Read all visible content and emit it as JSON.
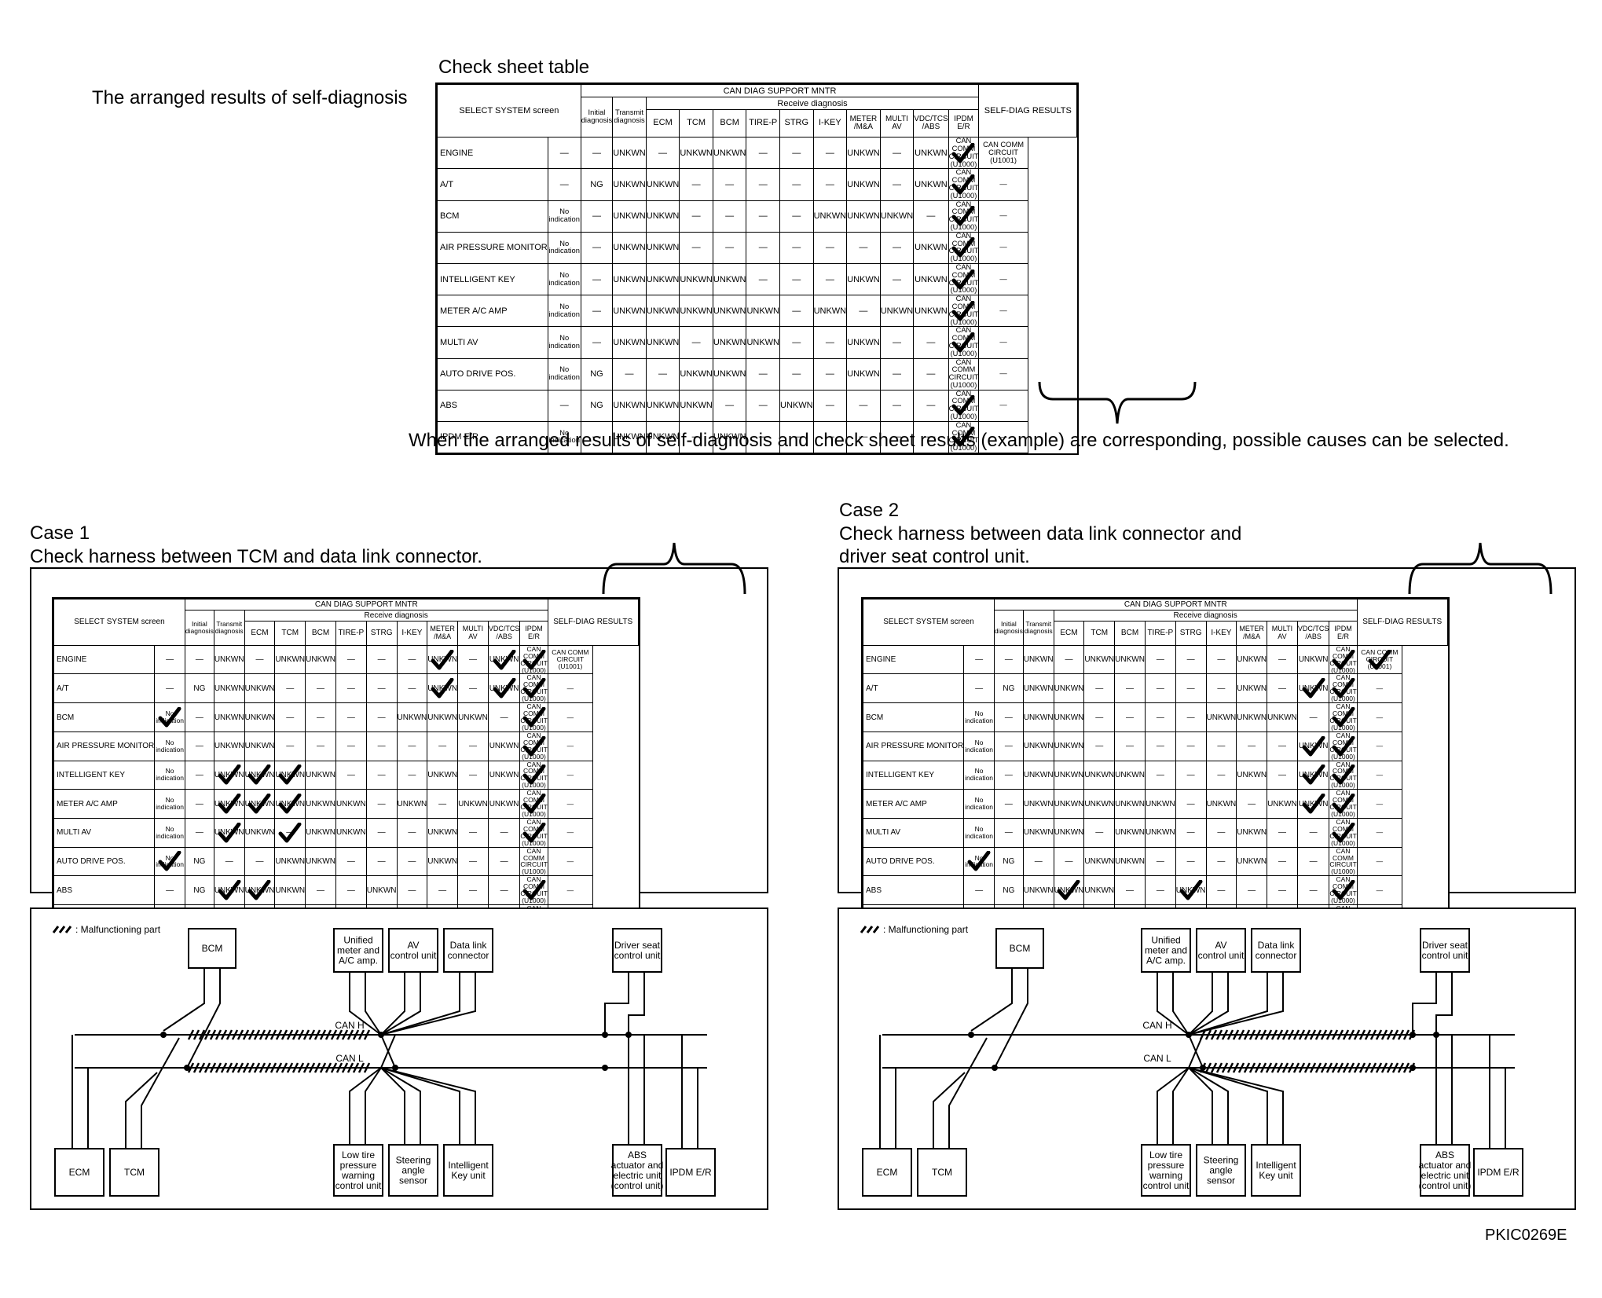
{
  "labels": {
    "arranged_results": "The arranged results of self-diagnosis",
    "check_sheet_table": "Check sheet table",
    "correspond_note": "When the arranged results of self-diagnosis and check sheet results (example) are corresponding, possible causes can be selected.",
    "case1_title": "Case 1",
    "case1_desc": "Check harness between TCM and data link connector.",
    "case2_title": "Case 2",
    "case2_desc_line1": "Check harness between data link connector and",
    "case2_desc_line2": "driver seat control unit.",
    "figure_code": "PKIC0269E"
  },
  "table": {
    "select_header": "SELECT SYSTEM screen",
    "can_header": "CAN DIAG SUPPORT MNTR",
    "receive_header": "Receive diagnosis",
    "initial_header": "Initial diagnosis",
    "transmit_header": "Transmit diagnosis",
    "self_diag_header": "SELF-DIAG RESULTS",
    "receive_cols": [
      "ECM",
      "TCM",
      "BCM",
      "TIRE-P",
      "STRG",
      "I-KEY",
      "METER /M&A",
      "MULTI AV",
      "VDC/TCS /ABS",
      "IPDM E/R"
    ],
    "rows": [
      {
        "sys": "ENGINE",
        "init": "—",
        "trans": "—",
        "recv": [
          "UNKWN",
          "—",
          "UNKWN",
          "UNKWN",
          "—",
          "—",
          "—",
          "UNKWN",
          "—",
          "UNKWN",
          "UNKWN"
        ],
        "r1": "CAN COMM CIRCUIT (U1000)",
        "r2": "CAN COMM CIRCUIT (U1001)"
      },
      {
        "sys": "A/T",
        "init": "—",
        "trans": "NG",
        "recv": [
          "UNKWN",
          "UNKWN",
          "—",
          "—",
          "—",
          "—",
          "—",
          "UNKWN",
          "—",
          "UNKWN",
          "—"
        ],
        "r1": "CAN COMM CIRCUIT (U1000)",
        "r2": "—"
      },
      {
        "sys": "BCM",
        "init": "No indication",
        "trans": "—",
        "recv": [
          "UNKWN",
          "UNKWN",
          "—",
          "—",
          "—",
          "—",
          "UNKWN",
          "UNKWN",
          "UNKWN",
          "—",
          "UNKWN"
        ],
        "r1": "CAN COMM CIRCUIT (U1000)",
        "r2": "—"
      },
      {
        "sys": "AIR PRESSURE MONITOR",
        "init": "No indication",
        "trans": "—",
        "recv": [
          "UNKWN",
          "UNKWN",
          "—",
          "—",
          "—",
          "—",
          "—",
          "—",
          "—",
          "UNKWN",
          "—"
        ],
        "r1": "CAN COMM CIRCUIT (U1000)",
        "r2": "—"
      },
      {
        "sys": "INTELLIGENT KEY",
        "init": "No indication",
        "trans": "—",
        "recv": [
          "UNKWN",
          "UNKWN",
          "UNKWN",
          "UNKWN",
          "—",
          "—",
          "—",
          "UNKWN",
          "—",
          "UNKWN",
          "UNKWN"
        ],
        "r1": "CAN COMM CIRCUIT (U1000)",
        "r2": "—"
      },
      {
        "sys": "METER A/C AMP",
        "init": "No indication",
        "trans": "—",
        "recv": [
          "UNKWN",
          "UNKWN",
          "UNKWN",
          "UNKWN",
          "UNKWN",
          "—",
          "UNKWN",
          "—",
          "UNKWN",
          "UNKWN",
          "—"
        ],
        "r1": "CAN COMM CIRCUIT (U1000)",
        "r2": "—"
      },
      {
        "sys": "MULTI AV",
        "init": "No indication",
        "trans": "—",
        "recv": [
          "UNKWN",
          "UNKWN",
          "—",
          "UNKWN",
          "UNKWN",
          "—",
          "—",
          "UNKWN",
          "—",
          "—",
          "UNKWN"
        ],
        "r1": "CAN COMM CIRCUIT (U1000)",
        "r2": "—"
      },
      {
        "sys": "AUTO DRIVE POS.",
        "init": "No indication",
        "trans": "NG",
        "recv": [
          "—",
          "—",
          "UNKWN",
          "UNKWN",
          "—",
          "—",
          "—",
          "UNKWN",
          "—",
          "—",
          "—"
        ],
        "r1": "CAN COMM CIRCUIT (U1000)",
        "r2": "—"
      },
      {
        "sys": "ABS",
        "init": "—",
        "trans": "NG",
        "recv": [
          "UNKWN",
          "UNKWN",
          "UNKWN",
          "—",
          "—",
          "UNKWN",
          "—",
          "—",
          "—",
          "—",
          "—"
        ],
        "r1": "CAN COMM CIRCUIT (U1000)",
        "r2": "—"
      },
      {
        "sys": "IPDM E/R",
        "init": "No indication",
        "trans": "—",
        "recv": [
          "UNKWN",
          "UNKWN",
          "—",
          "UNKWN",
          "—",
          "—",
          "—",
          "—",
          "—",
          "—",
          "—"
        ],
        "r1": "CAN COMM CIRCUIT (U1000)",
        "r2": "—"
      }
    ]
  },
  "diagram": {
    "legend": "Malfunctioning part",
    "can_h": "CAN H",
    "can_l": "CAN L",
    "units": {
      "bcm": "BCM",
      "unified_meter": [
        "Unified",
        "meter and",
        "A/C amp."
      ],
      "av": [
        "AV",
        "control unit"
      ],
      "data_link": [
        "Data link",
        "connector"
      ],
      "driver_seat": [
        "Driver seat",
        "control unit"
      ],
      "ecm": "ECM",
      "tcm": "TCM",
      "low_tire": [
        "Low tire",
        "pressure",
        "warning",
        "control unit"
      ],
      "steering": [
        "Steering",
        "angle",
        "sensor"
      ],
      "intelligent_key": [
        "Intelligent",
        "Key unit"
      ],
      "abs": [
        "ABS",
        "actuator and",
        "electric unit",
        "(control unit)"
      ],
      "ipdm": "IPDM E/R"
    }
  },
  "checks": {
    "top": [
      "0-10-res1",
      "1-0-res1",
      "2-0-res1",
      "3-0-res1",
      "4-0-res1",
      "5-0-res1",
      "6-0-res1",
      "8-0-res1",
      "9-0-res1"
    ],
    "case1": [
      "0-8",
      "0-10",
      "0-10-res1",
      "1-8",
      "1-10",
      "1-0-res1",
      "2-init",
      "2-0-res1",
      "3-res1",
      "3-0-res1",
      "4-1",
      "4-2",
      "4-3",
      "4-0-res1",
      "5-1",
      "5-2",
      "5-3",
      "5-0-res1",
      "6-1",
      "6-3",
      "6-0-res1",
      "7-init",
      "8-1",
      "8-2",
      "8-0-res1",
      "9-1",
      "9-3",
      "9-0-res1"
    ],
    "case2": [
      "0-res2",
      "0-10-res1",
      "1-10",
      "1-0-res1",
      "2-11",
      "2-0-res1",
      "3-10",
      "3-0-res1",
      "4-10",
      "4-11",
      "4-0-res1",
      "5-10",
      "5-0-res1",
      "6-11",
      "6-0-res1",
      "7-init",
      "8-2",
      "8-6",
      "8-0-res1",
      "9-init",
      "9-0-res1"
    ]
  }
}
